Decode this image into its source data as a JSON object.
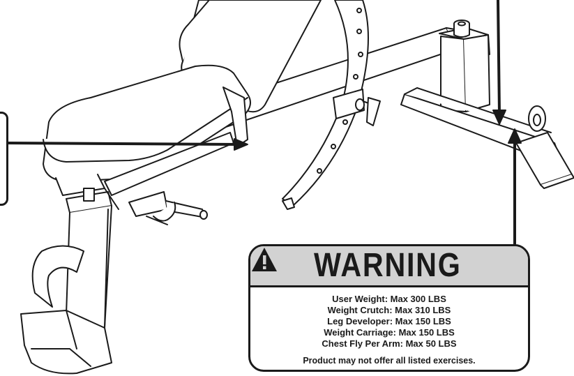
{
  "warning": {
    "icon": "warning-triangle-icon",
    "title": "WARNING",
    "lines": [
      "User Weight: Max 300 LBS",
      "Weight Crutch: Max 310 LBS",
      "Leg Developer: Max 150 LBS",
      "Weight Carriage: Max 150 LBS",
      "Chest Fly Per Arm: Max 50 LBS"
    ],
    "footer": "Product may not offer all listed exercises."
  },
  "colors": {
    "ink": "#1a1a1a",
    "header_fill": "#d2d2d2",
    "background": "#ffffff"
  }
}
